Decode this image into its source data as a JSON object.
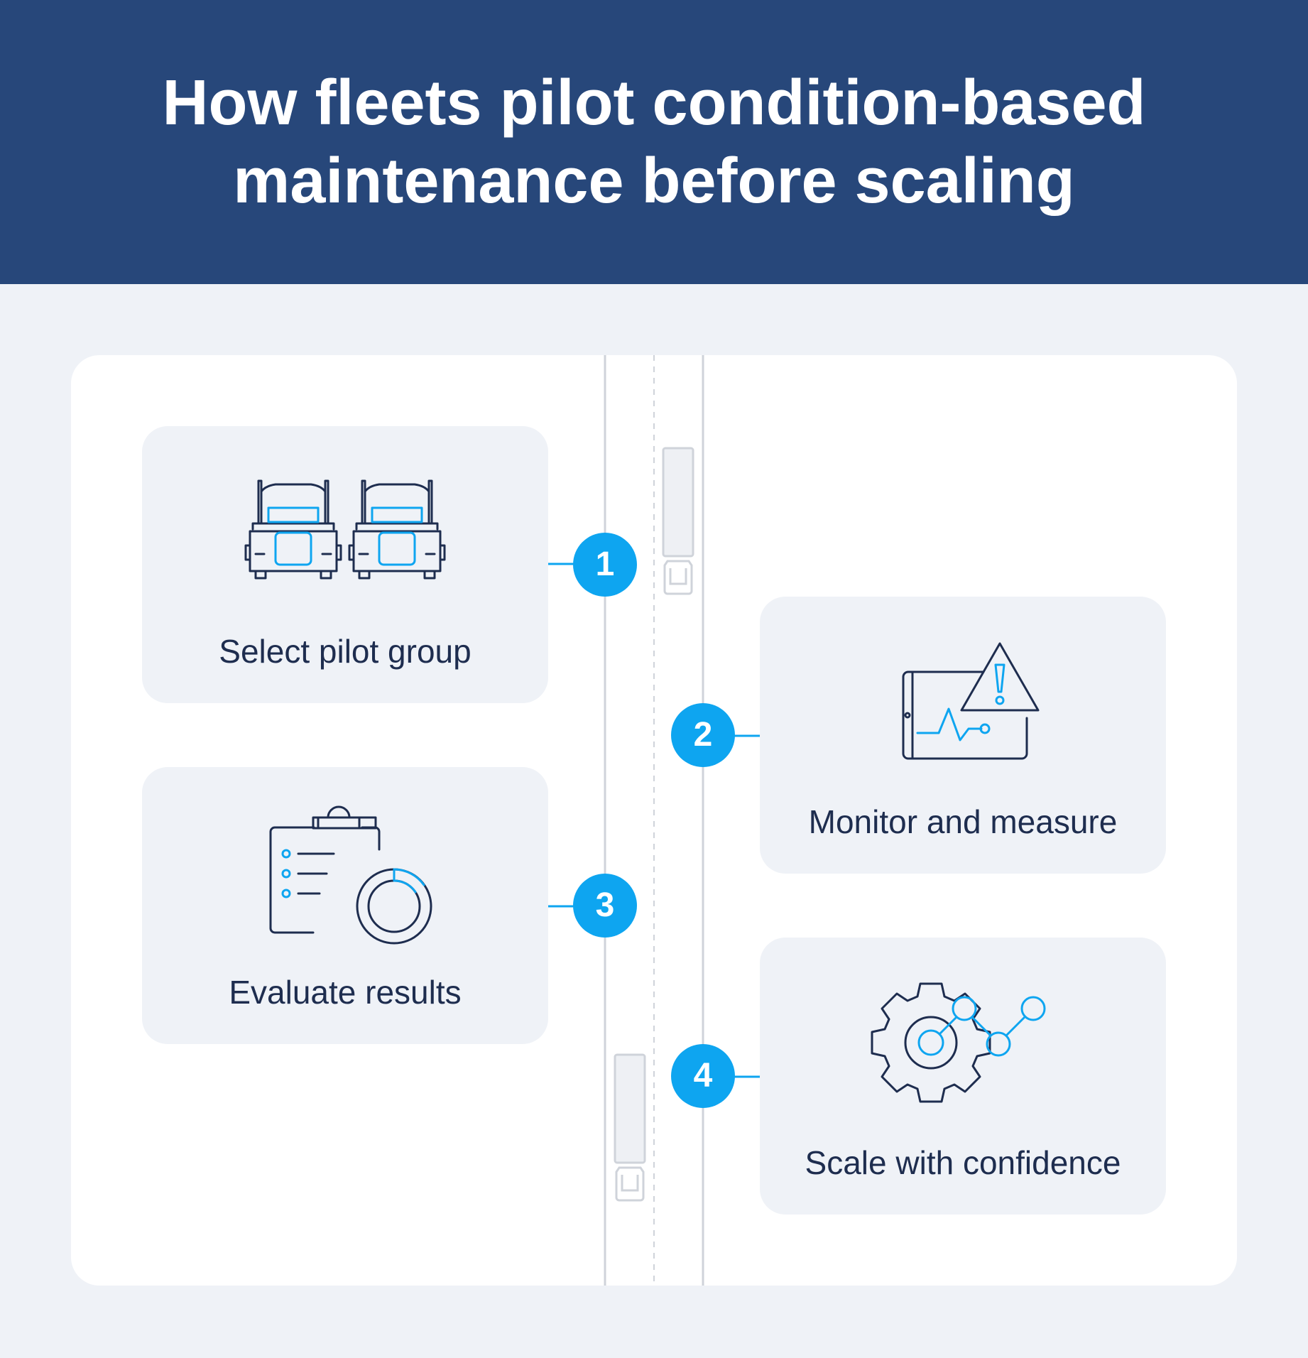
{
  "header": {
    "title": "How fleets pilot condition-based maintenance before scaling"
  },
  "colors": {
    "header_bg": "#27477a",
    "page_bg": "#eff2f7",
    "accent": "#0ea5f0",
    "icon_dark": "#1e2d4f",
    "card_bg": "#eff2f7"
  },
  "steps": [
    {
      "number": "1",
      "label": "Select pilot group",
      "icon": "trucks-icon"
    },
    {
      "number": "2",
      "label": "Monitor and measure",
      "icon": "tablet-alert-icon"
    },
    {
      "number": "3",
      "label": "Evaluate results",
      "icon": "clipboard-chart-icon"
    },
    {
      "number": "4",
      "label": "Scale with confidence",
      "icon": "gear-growth-icon"
    }
  ]
}
